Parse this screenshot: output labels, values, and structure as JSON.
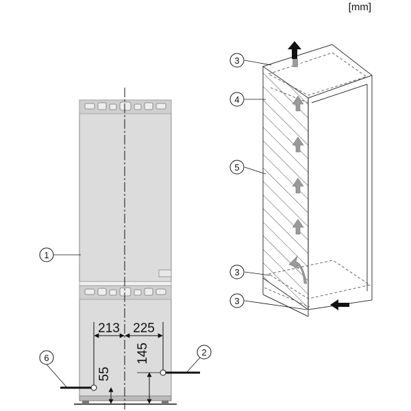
{
  "unit_label": "[mm]",
  "dimensions": {
    "left_offset": "213",
    "right_offset": "225",
    "left_height": "55",
    "right_height": "145"
  },
  "callouts": {
    "c1": "1",
    "c2": "2",
    "c3a": "3",
    "c3b": "3",
    "c3c": "3",
    "c4": "4",
    "c5": "5",
    "c6": "6"
  }
}
